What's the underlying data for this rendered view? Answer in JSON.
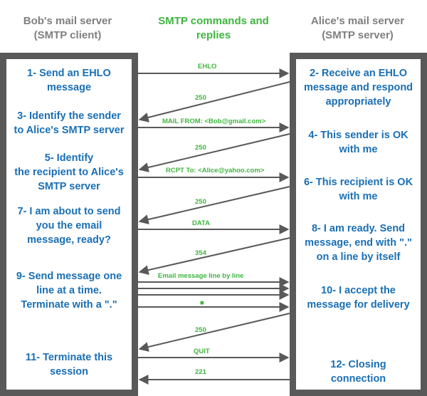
{
  "headers": {
    "client": [
      "Bob's mail server",
      "(SMTP client)"
    ],
    "middle": [
      "SMTP commands and",
      "replies"
    ],
    "server": [
      "Alice's mail server",
      "(SMTP server)"
    ]
  },
  "client_steps": [
    [
      "1- Send an EHLO",
      "message"
    ],
    [
      "3- Identify the sender",
      "to Alice's SMTP server"
    ],
    [
      "5- Identify",
      "the recipient to Alice's",
      "SMTP server"
    ],
    [
      "7- I am about to send",
      "you the email",
      "message, ready?"
    ],
    [
      "9- Send message one",
      "line at a time.",
      "Terminate with a \".\""
    ],
    [
      "11- Terminate this",
      "session"
    ]
  ],
  "server_steps": [
    [
      "2- Receive an EHLO",
      "message and respond",
      "appropriately"
    ],
    [
      "4- This sender is OK",
      "with me"
    ],
    [
      "6- This recipient is OK",
      "with me"
    ],
    [
      "8-  I am ready. Send",
      "message, end with \".\"",
      "on a line by itself"
    ],
    [
      "10-  I accept the",
      "message for delivery"
    ],
    [
      "12-  Closing",
      "connection"
    ]
  ],
  "messages": {
    "ehlo": "EHLO",
    "reply_250_a": "250",
    "mail_from": "MAIL FROM: <Bob@gmail.com>",
    "reply_250_b": "250",
    "rcpt_to": "RCPT To: <Alice@yahoo.com>",
    "reply_250_c": "250",
    "data": "DATA",
    "reply_354": "354",
    "message_lines": "Email message line by line",
    "terminator": "■",
    "reply_250_d": "250",
    "quit": "QUIT",
    "reply_221": "221"
  },
  "colors": {
    "step_text": "#1a6fb5",
    "command_text": "#3fb53f",
    "header_text": "#7f7f7f",
    "panel_border": "#595959",
    "arrow": "#595959"
  }
}
